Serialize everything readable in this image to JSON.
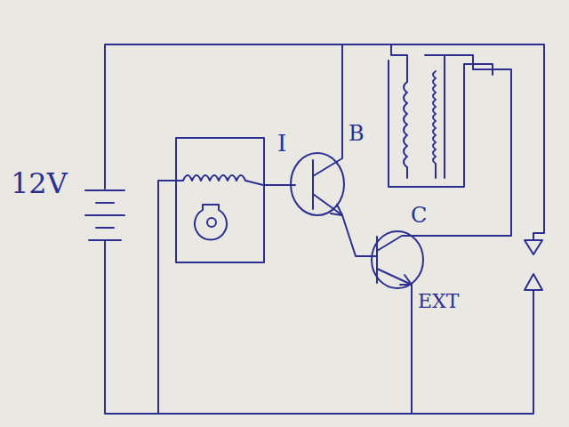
{
  "diagram": {
    "labels": [
      "12V",
      "I",
      "B",
      "C",
      "EXT"
    ]
  }
}
